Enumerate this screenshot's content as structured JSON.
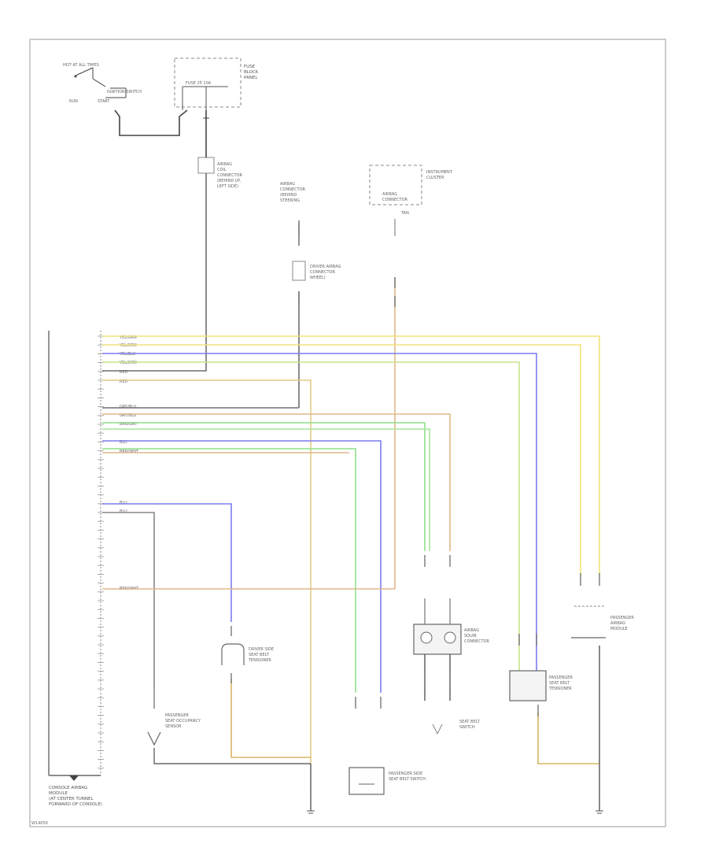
{
  "page_id": "W14050",
  "module": {
    "name_lines": [
      "CONSOLE AIRBAG",
      "MODULE",
      "(AT CENTER TUNNEL",
      "FORWARD OF CONSOLE)"
    ]
  },
  "ignition_switch": {
    "label_lines": [
      "HOT AT ALL TIMES"
    ],
    "states": [
      "RUN",
      "START"
    ],
    "switch_label": "IGNITION SWITCH"
  },
  "fuse_block": {
    "label_lines": [
      "FUSE",
      "BLOCK",
      "PANEL"
    ],
    "fuse_label": "FUSE 25 10A"
  },
  "connectors": {
    "c1": {
      "label_lines": [
        "AIRBAG",
        "COIL",
        "CONNECTOR",
        "(BEHIND I/P,",
        "LEFT SIDE)"
      ]
    },
    "c2": {
      "label_lines": [
        "AIRBAG",
        "CONNECTOR",
        "(BEHIND",
        "STEERING",
        "WHEEL)"
      ]
    },
    "c3": {
      "label_lines": [
        "DRIVER AIRBAG",
        "CONNECTOR"
      ]
    },
    "c4": {
      "label_lines": [
        "AIRBAG",
        "CONNECTOR"
      ]
    },
    "c5": {
      "label_lines": [
        "INSTRUMENT",
        "CLUSTER"
      ],
      "wire": "TAN"
    }
  },
  "wire_colors": [
    "YEL/GRN",
    "YEL/GRN",
    "YEL/BLU",
    "YEL/GRN",
    "RED",
    "RED",
    "GRY/BLU",
    "GRY/BLU",
    "BRN/GRY",
    "BLU",
    "BRN/WHT",
    "BLU",
    "BLU",
    "BRN/WHT"
  ],
  "components": {
    "left_side_sensor": {
      "label_lines": [
        "DRIVER SIDE",
        "SEAT BELT",
        "TENSIONER"
      ]
    },
    "passenger_seat_sensor": {
      "label_lines": [
        "PASSENGER",
        "SEAT OCCUPANCY",
        "SENSOR"
      ]
    },
    "passenger_buckle": {
      "label_lines": [
        "PASSENGER SIDE",
        "SEAT BELT SWITCH"
      ]
    },
    "dual_connector": {
      "label_lines": [
        "AIRBAG",
        "SQUIB",
        "CONNECTOR"
      ]
    },
    "knee_sensor": {
      "label_lines": [
        "SEAT BELT",
        "SWITCH"
      ]
    },
    "right_side_sensor": {
      "label_lines": [
        "PASSENGER",
        "SEAT BELT",
        "TENSIONER"
      ]
    },
    "passenger_airbag": {
      "label_lines": [
        "PASSENGER",
        "AIRBAG",
        "MODULE"
      ]
    }
  },
  "colors": {
    "yellow": "#f2e27a",
    "blue": "#7a7cf0",
    "green": "#8ee08a",
    "tan": "#e0b889",
    "gray": "#6e6e6e",
    "dark": "#444444",
    "frame": "#9a9a9a"
  }
}
